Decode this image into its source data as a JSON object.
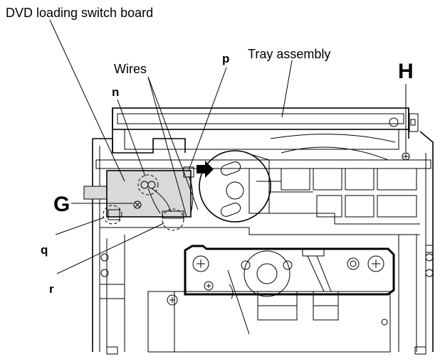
{
  "labels": {
    "dvd_switch_board": "DVD loading switch board",
    "wires": "Wires",
    "tray_assembly": "Tray assembly",
    "p": "p",
    "n": "n",
    "h": "H",
    "g": "G",
    "q": "q",
    "r": "r"
  }
}
